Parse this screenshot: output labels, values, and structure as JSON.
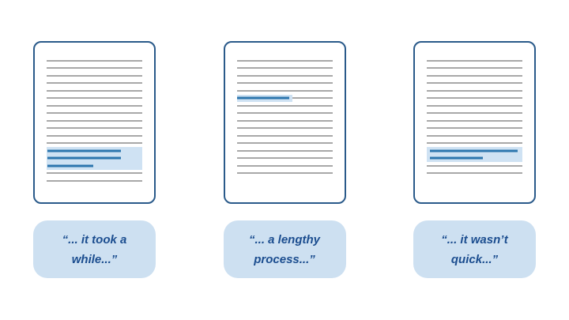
{
  "colors": {
    "background": "#ffffff",
    "doc_border": "#2a5a8a",
    "doc_fill": "#ffffff",
    "gray_line": "#a8a8a8",
    "blue_line": "#2d76ae",
    "highlight": "#cfe2f3",
    "bubble_bg": "#cde0f1",
    "bubble_text": "#1b4d8f"
  },
  "documents": [
    {
      "id": "document-1",
      "rows": [
        {
          "t": "g"
        },
        {
          "t": "g"
        },
        {
          "t": "g"
        },
        {
          "t": "g"
        },
        {
          "t": "g"
        },
        {
          "t": "g"
        },
        {
          "t": "g"
        },
        {
          "t": "g"
        },
        {
          "t": "g"
        },
        {
          "t": "g"
        },
        {
          "t": "g"
        },
        {
          "t": "g"
        },
        {
          "t": "b",
          "w": 77,
          "ml": 1
        },
        {
          "t": "b",
          "w": 77,
          "ml": 1
        },
        {
          "t": "b",
          "w": 48,
          "ml": 1
        },
        {
          "t": "g"
        },
        {
          "t": "g"
        }
      ]
    },
    {
      "id": "document-2",
      "rows": [
        {
          "t": "g"
        },
        {
          "t": "g"
        },
        {
          "t": "g"
        },
        {
          "t": "g"
        },
        {
          "t": "g"
        },
        {
          "t": "bg",
          "w": 55,
          "hl": 58
        },
        {
          "t": "g"
        },
        {
          "t": "g"
        },
        {
          "t": "g"
        },
        {
          "t": "g"
        },
        {
          "t": "g"
        },
        {
          "t": "g"
        },
        {
          "t": "g"
        },
        {
          "t": "g"
        },
        {
          "t": "g"
        },
        {
          "t": "g"
        }
      ]
    },
    {
      "id": "document-3",
      "rows": [
        {
          "t": "g"
        },
        {
          "t": "g"
        },
        {
          "t": "g"
        },
        {
          "t": "g"
        },
        {
          "t": "g"
        },
        {
          "t": "g"
        },
        {
          "t": "g"
        },
        {
          "t": "g"
        },
        {
          "t": "g"
        },
        {
          "t": "g"
        },
        {
          "t": "g"
        },
        {
          "t": "g"
        },
        {
          "t": "b",
          "w": 92,
          "ml": 3
        },
        {
          "t": "b",
          "w": 56,
          "ml": 3
        },
        {
          "t": "g"
        },
        {
          "t": "g"
        }
      ]
    }
  ],
  "bubbles": [
    {
      "quote": "“... it took a\nwhile...”"
    },
    {
      "quote": "“... a lengthy\nprocess...”"
    },
    {
      "quote": "“... it wasn’t\nquick...”"
    }
  ]
}
